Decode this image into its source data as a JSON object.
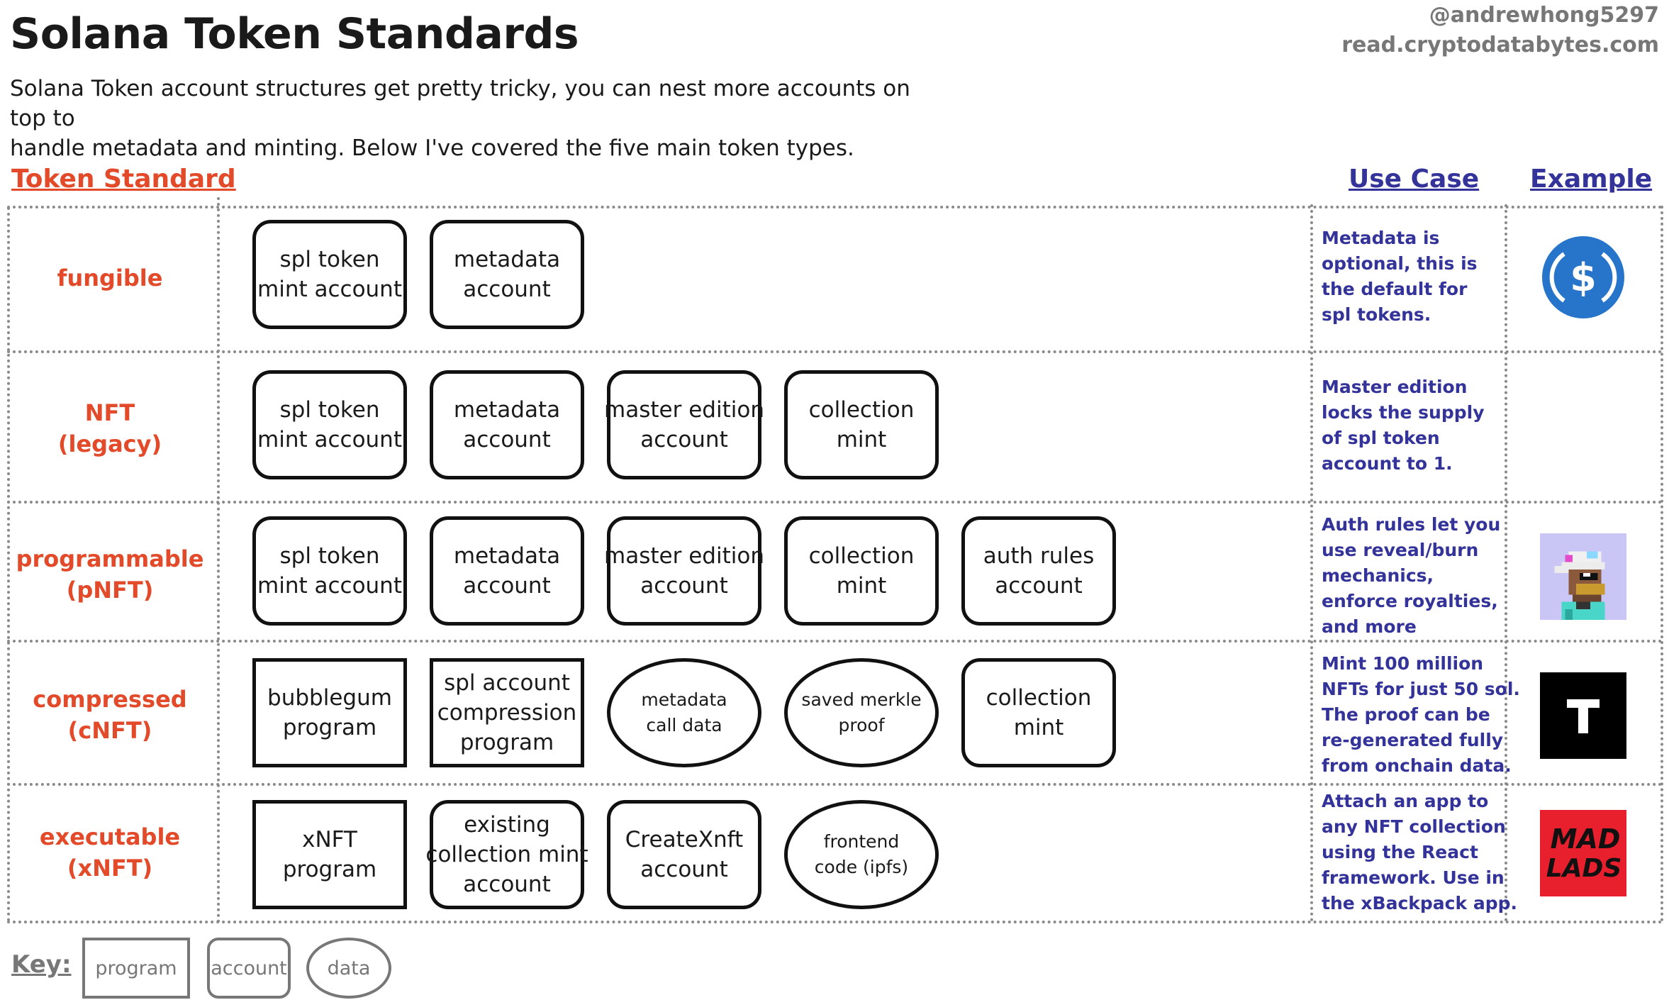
{
  "header": {
    "title": "Solana Token Standards",
    "intro_line1": "Solana Token account structures get pretty tricky, you can nest more accounts on top to",
    "intro_line2": "handle metadata and minting. Below I've covered the five main token types.",
    "credit_handle": "@andrewhong5297",
    "credit_site": "read.cryptodatabytes.com"
  },
  "columns": {
    "standard": "Token Standard",
    "use_case": "Use Case",
    "example": "Example"
  },
  "rows": [
    {
      "label": [
        "fungible"
      ],
      "nodes": [
        {
          "kind": "account",
          "lines": [
            "spl token",
            "mint account"
          ]
        },
        {
          "kind": "account",
          "lines": [
            "metadata",
            "account"
          ]
        }
      ],
      "use_case": [
        "Metadata is",
        "optional, this is",
        "the default for",
        "spl tokens."
      ],
      "example_icon": "usdc-coin-icon"
    },
    {
      "label": [
        "NFT",
        "(legacy)"
      ],
      "nodes": [
        {
          "kind": "account",
          "lines": [
            "spl token",
            "mint account"
          ]
        },
        {
          "kind": "account",
          "lines": [
            "metadata",
            "account"
          ]
        },
        {
          "kind": "account",
          "lines": [
            "master edition",
            "account"
          ]
        },
        {
          "kind": "account",
          "lines": [
            "collection",
            "mint"
          ]
        }
      ],
      "use_case": [
        "Master edition",
        "locks the supply",
        "of spl token",
        "account to 1."
      ],
      "example_icon": ""
    },
    {
      "label": [
        "programmable",
        "(pNFT)"
      ],
      "nodes": [
        {
          "kind": "account",
          "lines": [
            "spl token",
            "mint account"
          ]
        },
        {
          "kind": "account",
          "lines": [
            "metadata",
            "account"
          ]
        },
        {
          "kind": "account",
          "lines": [
            "master edition",
            "account"
          ]
        },
        {
          "kind": "account",
          "lines": [
            "collection",
            "mint"
          ]
        },
        {
          "kind": "account",
          "lines": [
            "auth rules",
            "account"
          ]
        }
      ],
      "use_case": [
        "Auth rules let you",
        "use reveal/burn",
        "mechanics,",
        "enforce royalties,",
        "and more"
      ],
      "example_icon": "pixel-avatar-icon"
    },
    {
      "label": [
        "compressed",
        "(cNFT)"
      ],
      "nodes": [
        {
          "kind": "program",
          "lines": [
            "bubblegum",
            "program"
          ]
        },
        {
          "kind": "program",
          "lines": [
            "spl account",
            "compression",
            "program"
          ]
        },
        {
          "kind": "data",
          "lines": [
            "metadata",
            "call data"
          ]
        },
        {
          "kind": "data",
          "lines": [
            "saved merkle",
            "proof"
          ]
        },
        {
          "kind": "account",
          "lines": [
            "collection",
            "mint"
          ]
        }
      ],
      "use_case": [
        "Mint 100 million",
        "NFTs for just 50 sol.",
        "The proof can be",
        "re-generated fully",
        "from onchain data."
      ],
      "example_icon": "tensor-t-logo-icon"
    },
    {
      "label": [
        "executable",
        "(xNFT)"
      ],
      "nodes": [
        {
          "kind": "program",
          "lines": [
            "xNFT",
            "program"
          ]
        },
        {
          "kind": "account",
          "lines": [
            "existing",
            "collection mint",
            "account"
          ]
        },
        {
          "kind": "account",
          "lines": [
            "CreateXnft",
            "account"
          ]
        },
        {
          "kind": "data",
          "lines": [
            "frontend",
            "code (ipfs)"
          ]
        }
      ],
      "use_case": [
        "Attach an app to",
        "any NFT collection",
        "using the React",
        "framework. Use in",
        "the xBackpack app."
      ],
      "example_icon": "mad-lads-logo-icon"
    }
  ],
  "example_logos": {
    "mad_lads": [
      "MAD",
      "LADS"
    ],
    "tensor": "T"
  },
  "key": {
    "label": "Key:",
    "program": "program",
    "account": "account",
    "data": "data"
  },
  "colors": {
    "accent_red": "#e24a2a",
    "accent_blue": "#333399",
    "grid": "#8a8a8a",
    "usdc_blue": "#2775ca",
    "madlads_red": "#e8202e"
  }
}
